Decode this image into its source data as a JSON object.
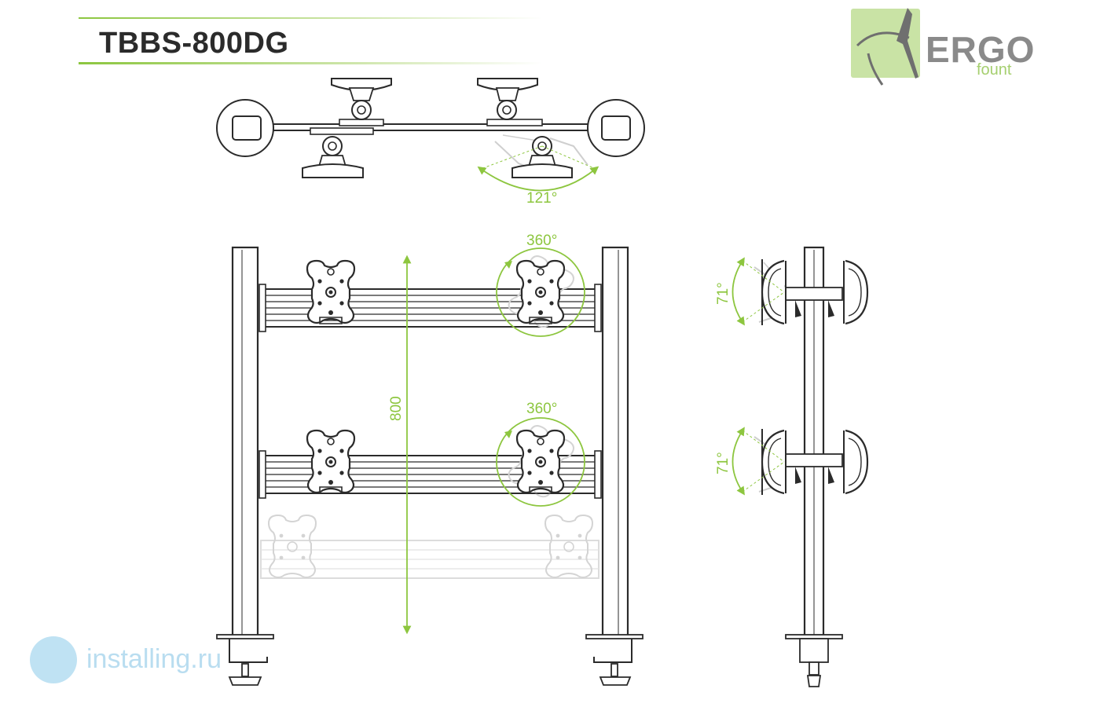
{
  "header": {
    "title": "TBBS-800DG"
  },
  "logo": {
    "brand": "ERGO",
    "sub": "fount"
  },
  "annotations": {
    "swivel_angle": "121°",
    "rotation_top": "360°",
    "rotation_bottom": "360°",
    "height_dimension": "800",
    "tilt_top": "71°",
    "tilt_bottom": "71°"
  },
  "watermark": {
    "text": "installing.ru"
  },
  "colors": {
    "accent": "#8dc63f",
    "line": "#2b2b2b",
    "ghost": "#c8c8c8",
    "watermark": "#bfe2f3"
  }
}
